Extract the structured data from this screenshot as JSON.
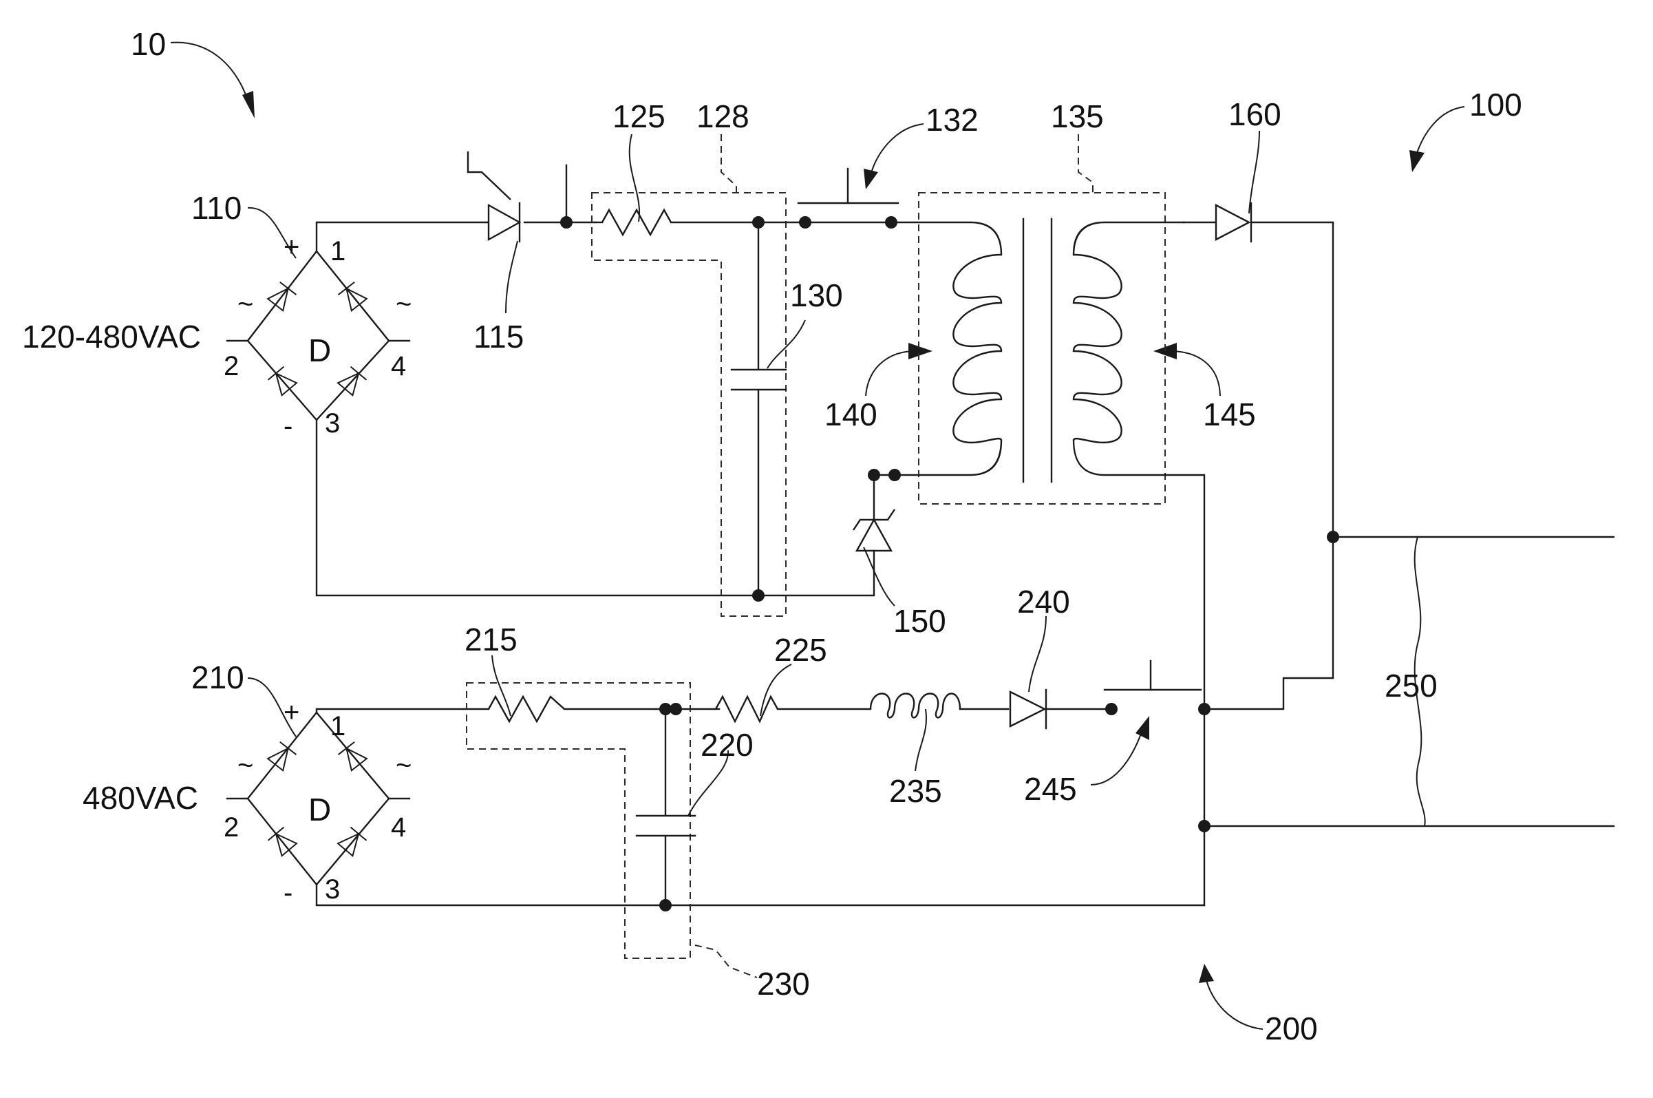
{
  "refs": {
    "r10": "10",
    "r100": "100",
    "r110": "110",
    "r115": "115",
    "r125": "125",
    "r128": "128",
    "r130": "130",
    "r132": "132",
    "r135": "135",
    "r140": "140",
    "r145": "145",
    "r150": "150",
    "r160": "160",
    "r200": "200",
    "r210": "210",
    "r215": "215",
    "r220": "220",
    "r225": "225",
    "r230": "230",
    "r235": "235",
    "r240": "240",
    "r245": "245",
    "r250": "250"
  },
  "bridge1": {
    "voltage": "120-480VAC",
    "center": "D",
    "pin1": "1",
    "pin2": "2",
    "pin3": "3",
    "pin4": "4",
    "plus": "+",
    "minus": "-",
    "tilde_left": "~",
    "tilde_right": "~"
  },
  "bridge2": {
    "voltage": "480VAC",
    "center": "D",
    "pin1": "1",
    "pin2": "2",
    "pin3": "3",
    "pin4": "4",
    "plus": "+",
    "minus": "-",
    "tilde_left": "~",
    "tilde_right": "~"
  }
}
